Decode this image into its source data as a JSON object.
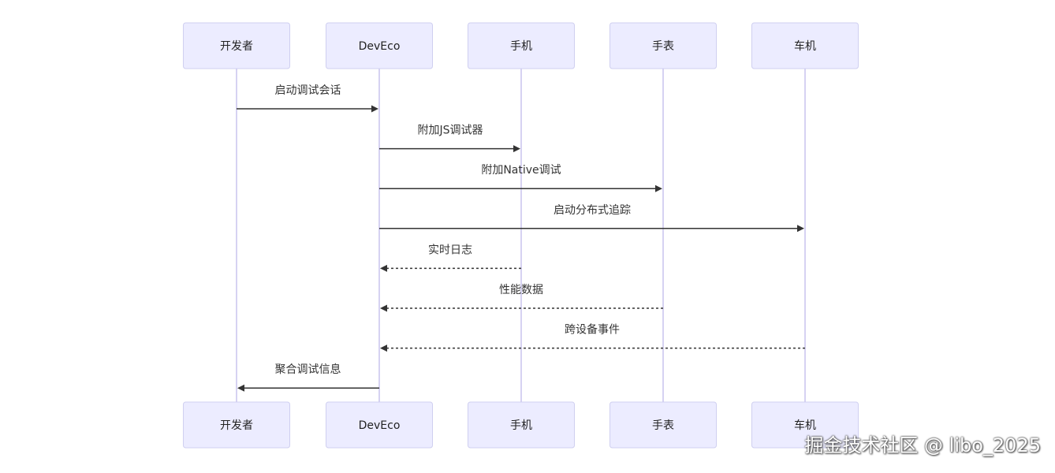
{
  "participants": [
    {
      "id": "dev",
      "label": "开发者"
    },
    {
      "id": "deveco",
      "label": "DevEco"
    },
    {
      "id": "phone",
      "label": "手机"
    },
    {
      "id": "watch",
      "label": "手表"
    },
    {
      "id": "car",
      "label": "车机"
    }
  ],
  "messages": [
    {
      "from": "dev",
      "to": "deveco",
      "label": "启动调试会话",
      "style": "solid"
    },
    {
      "from": "deveco",
      "to": "phone",
      "label": "附加JS调试器",
      "style": "solid"
    },
    {
      "from": "deveco",
      "to": "watch",
      "label": "附加Native调试",
      "style": "solid"
    },
    {
      "from": "deveco",
      "to": "car",
      "label": "启动分布式追踪",
      "style": "solid"
    },
    {
      "from": "phone",
      "to": "deveco",
      "label": "实时日志",
      "style": "dashed"
    },
    {
      "from": "watch",
      "to": "deveco",
      "label": "性能数据",
      "style": "dashed"
    },
    {
      "from": "car",
      "to": "deveco",
      "label": "跨设备事件",
      "style": "dashed"
    },
    {
      "from": "deveco",
      "to": "dev",
      "label": "聚合调试信息",
      "style": "solid"
    }
  ],
  "watermark": "掘金技术社区 @ libo_2025",
  "colors": {
    "actor_fill": "#ececff",
    "actor_stroke": "#cfcff0",
    "lifeline": "#d6d2f2",
    "arrow": "#333333"
  }
}
